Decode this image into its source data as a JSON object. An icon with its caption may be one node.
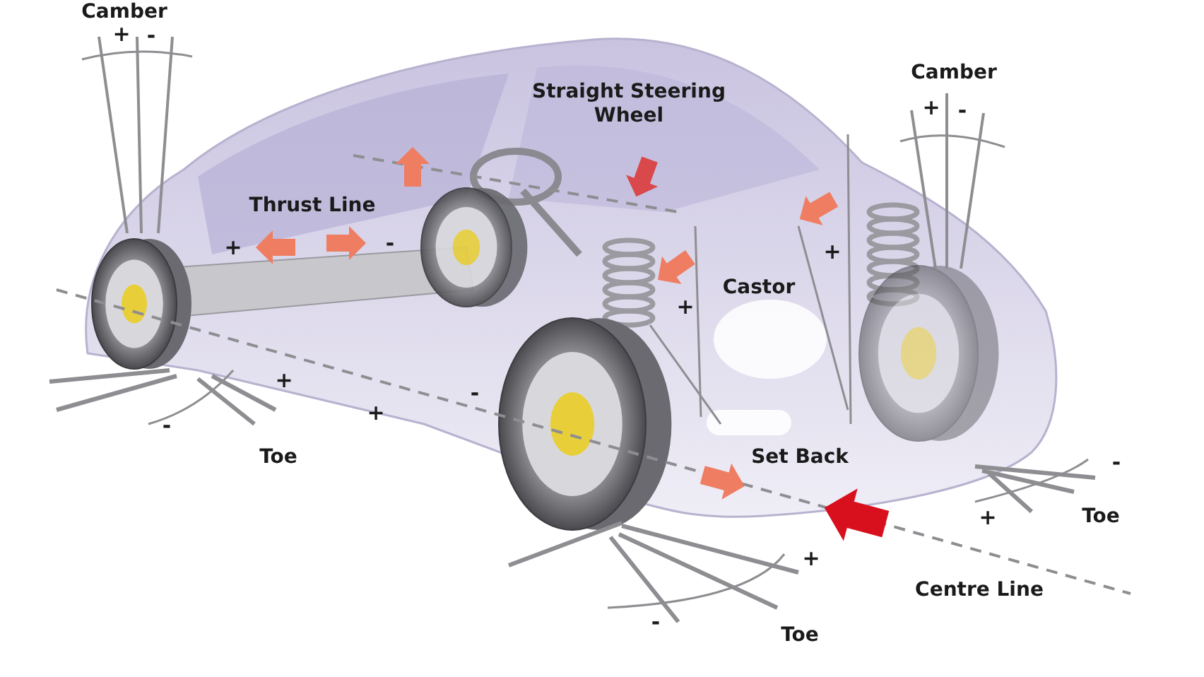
{
  "diagram": {
    "labels": [
      "Camber",
      "+",
      "-",
      "Straight Steering Wheel",
      "Camber",
      "+",
      "-",
      "Thrust Line",
      "+",
      "-",
      "+",
      "Castor",
      "+",
      "+",
      "-",
      "+",
      "-",
      "Toe",
      "Set Back",
      "-",
      "+",
      "Toe",
      "+",
      "Centre Line",
      "-",
      "Toe"
    ]
  }
}
